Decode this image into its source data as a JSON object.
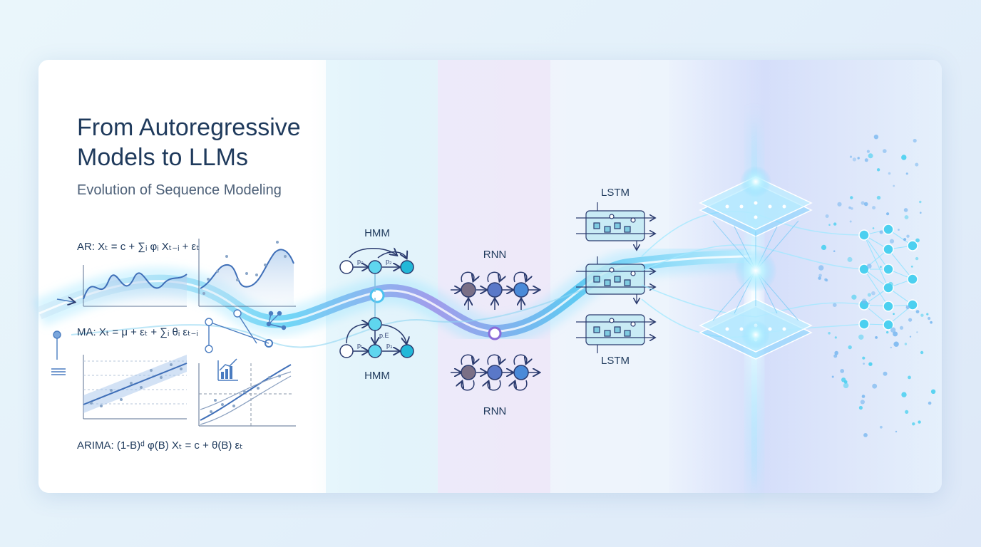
{
  "title": "From Autoregressive\nModels to LLMs",
  "subtitle": "Evolution of Sequence Modeling",
  "formulas": {
    "ar": "AR: Xₜ = c + ∑ᵢ φᵢ Xₜ₋ᵢ + εₜ",
    "ma": "MA: Xₜ = μ + εₜ + ∑ᵢ θᵢ εₜ₋ᵢ",
    "arima": "ARIMA: (1-B)ᵈ φ(B) Xₜ = c + θ(B) εₜ"
  },
  "stages": {
    "hmm_top": "HMM",
    "hmm_bottom": "HMM",
    "rnn_top": "RNN",
    "rnn_bottom": "RNN",
    "lstm_top": "LSTM",
    "lstm_bottom": "LSTM"
  },
  "hmm_edges": {
    "top": [
      "p₀",
      "p₂"
    ],
    "bottom": [
      "p₁",
      "p.E",
      "p₃"
    ]
  },
  "colors": {
    "accent": "#38bdf8",
    "stream": "#4cc3f0",
    "node_hmm": "#22b8d8",
    "node_rnn_dark": "#7a6f86",
    "node_rnn_mid": "#5a78c8",
    "node_rnn_light": "#4a8ad8",
    "lstm_block": "#bfe9f2",
    "glow": "#9fe8ff"
  },
  "icons": [
    "list-icon",
    "network-icon",
    "chart-icon"
  ]
}
